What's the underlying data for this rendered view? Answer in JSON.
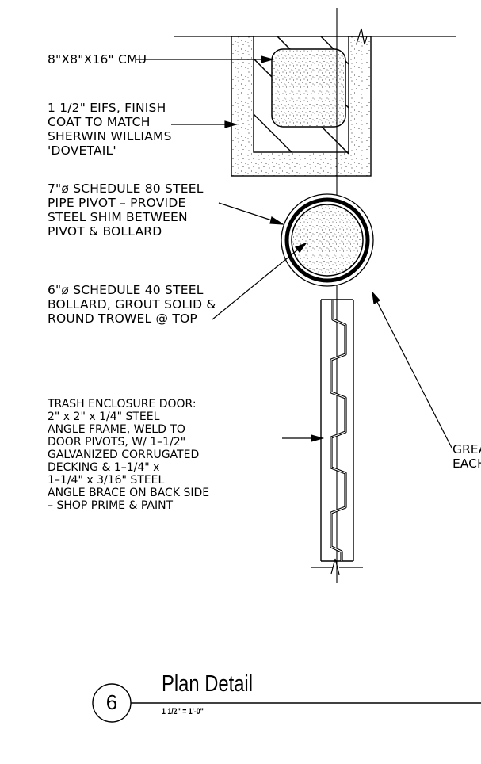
{
  "notes": {
    "cmu": "8\"X8\"X16\" CMU",
    "eifs": [
      "1 1/2\" EIFS, FINISH",
      "COAT TO MATCH",
      "SHERWIN WILLIAMS",
      "'DOVETAIL'"
    ],
    "pivot": [
      "7\"ø SCHEDULE 80 STEEL",
      "PIPE PIVOT – PROVIDE",
      "STEEL SHIM BETWEEN",
      "PIVOT & BOLLARD"
    ],
    "bollard": [
      "6\"ø SCHEDULE 40 STEEL",
      "BOLLARD, GROUT SOLID &",
      "ROUND TROWEL @ TOP"
    ],
    "door": [
      "TRASH ENCLOSURE DOOR:",
      "2\" x 2\" x 1/4\" STEEL",
      "ANGLE FRAME, WELD TO",
      "DOOR PIVOTS, W/ 1–1/2\"",
      "GALVANIZED CORRUGATED",
      "DECKING & 1–1/4\" x",
      "1–1/4\" x 3/16\" STEEL",
      "ANGLE BRACE ON BACK SIDE",
      "– SHOP PRIME & PAINT"
    ],
    "grease": [
      "GREA",
      "EACH"
    ]
  },
  "title_block": {
    "number": "6",
    "title": "Plan Detail",
    "scale": "1 1/2\" = 1'-0\""
  }
}
